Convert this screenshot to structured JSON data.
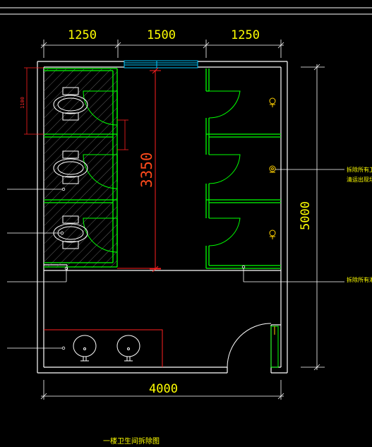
{
  "dimensions": {
    "top_left": "1250",
    "top_middle": "1500",
    "top_right": "1250",
    "bottom_total": "4000",
    "right_total": "5000",
    "stall_depth": "3350",
    "stall_width_small": "1100"
  },
  "notes": {
    "right_note_1_line1": "拆除所有卫",
    "right_note_1_line2": "清运出现场",
    "right_note_2": "拆除所有淋"
  },
  "drawing_title": "一楼卫生间拆除图",
  "colors": {
    "background": "#000000",
    "wall": "#ffffff",
    "partition": "#00ff00",
    "dimension": "#ffff00",
    "red_dim": "#ff4a1c",
    "hatch": "#888888",
    "window": "#00c8ff",
    "counter": "#ff2020"
  }
}
